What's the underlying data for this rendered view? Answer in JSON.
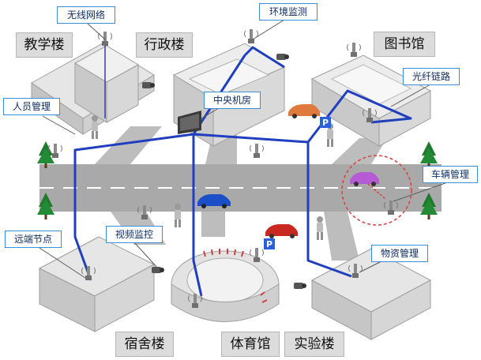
{
  "buildings": {
    "teaching": "教学楼",
    "admin": "行政楼",
    "library": "图书馆",
    "dorm": "宿舍楼",
    "gym": "体育馆",
    "lab": "实验楼"
  },
  "callouts": {
    "wireless": "无线网络",
    "env_monitor": "环境监测",
    "fiber": "光纤链路",
    "data_center": "中央机房",
    "personnel": "人员管理",
    "vehicle": "车辆管理",
    "remote_node": "远端节点",
    "video": "视频监控",
    "asset": "物资管理"
  },
  "icons": [
    "antenna-icon",
    "parking-icon",
    "tree-icon",
    "person-icon",
    "camera-icon",
    "car-icon"
  ],
  "colors": {
    "fiber_line": "#1f3fbf",
    "callout_border": "#3a8fd6",
    "label_bg": "#dcdcdc",
    "road": "#a9a9a9",
    "building": "#d8d8d8",
    "car_orange": "#e07a3c",
    "car_blue": "#1a4fc9",
    "car_red": "#c8281f",
    "car_pink": "#b65bd6",
    "tree": "#1f7a2e",
    "parking": "#2a5fe0"
  }
}
